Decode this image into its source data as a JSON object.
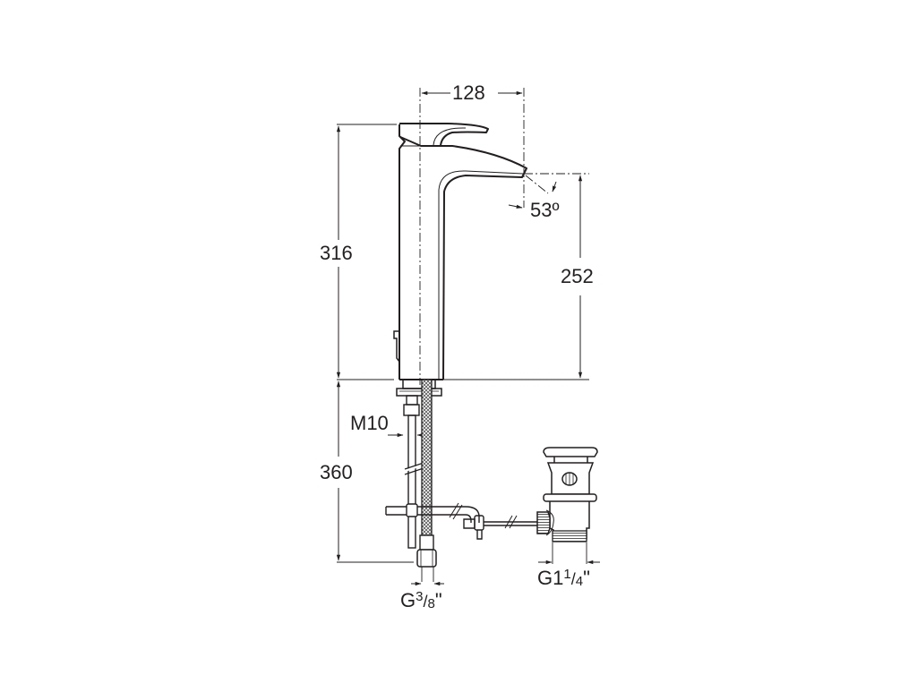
{
  "drawing": {
    "title": "Tall basin mixer with pop-up waste — technical dimensions",
    "line_color": "#231f20",
    "dimensions": {
      "spout_reach": "128",
      "outlet_angle": "53º",
      "total_height": "316",
      "spout_height": "252",
      "below_deck_length": "360",
      "fixing_rod": "M10",
      "hose_connection": {
        "prefix": "G",
        "num": "3",
        "den": "8",
        "suffix": "\""
      },
      "waste_connection": {
        "prefix": "G1",
        "num": "1",
        "den": "4",
        "suffix": "\""
      }
    }
  }
}
